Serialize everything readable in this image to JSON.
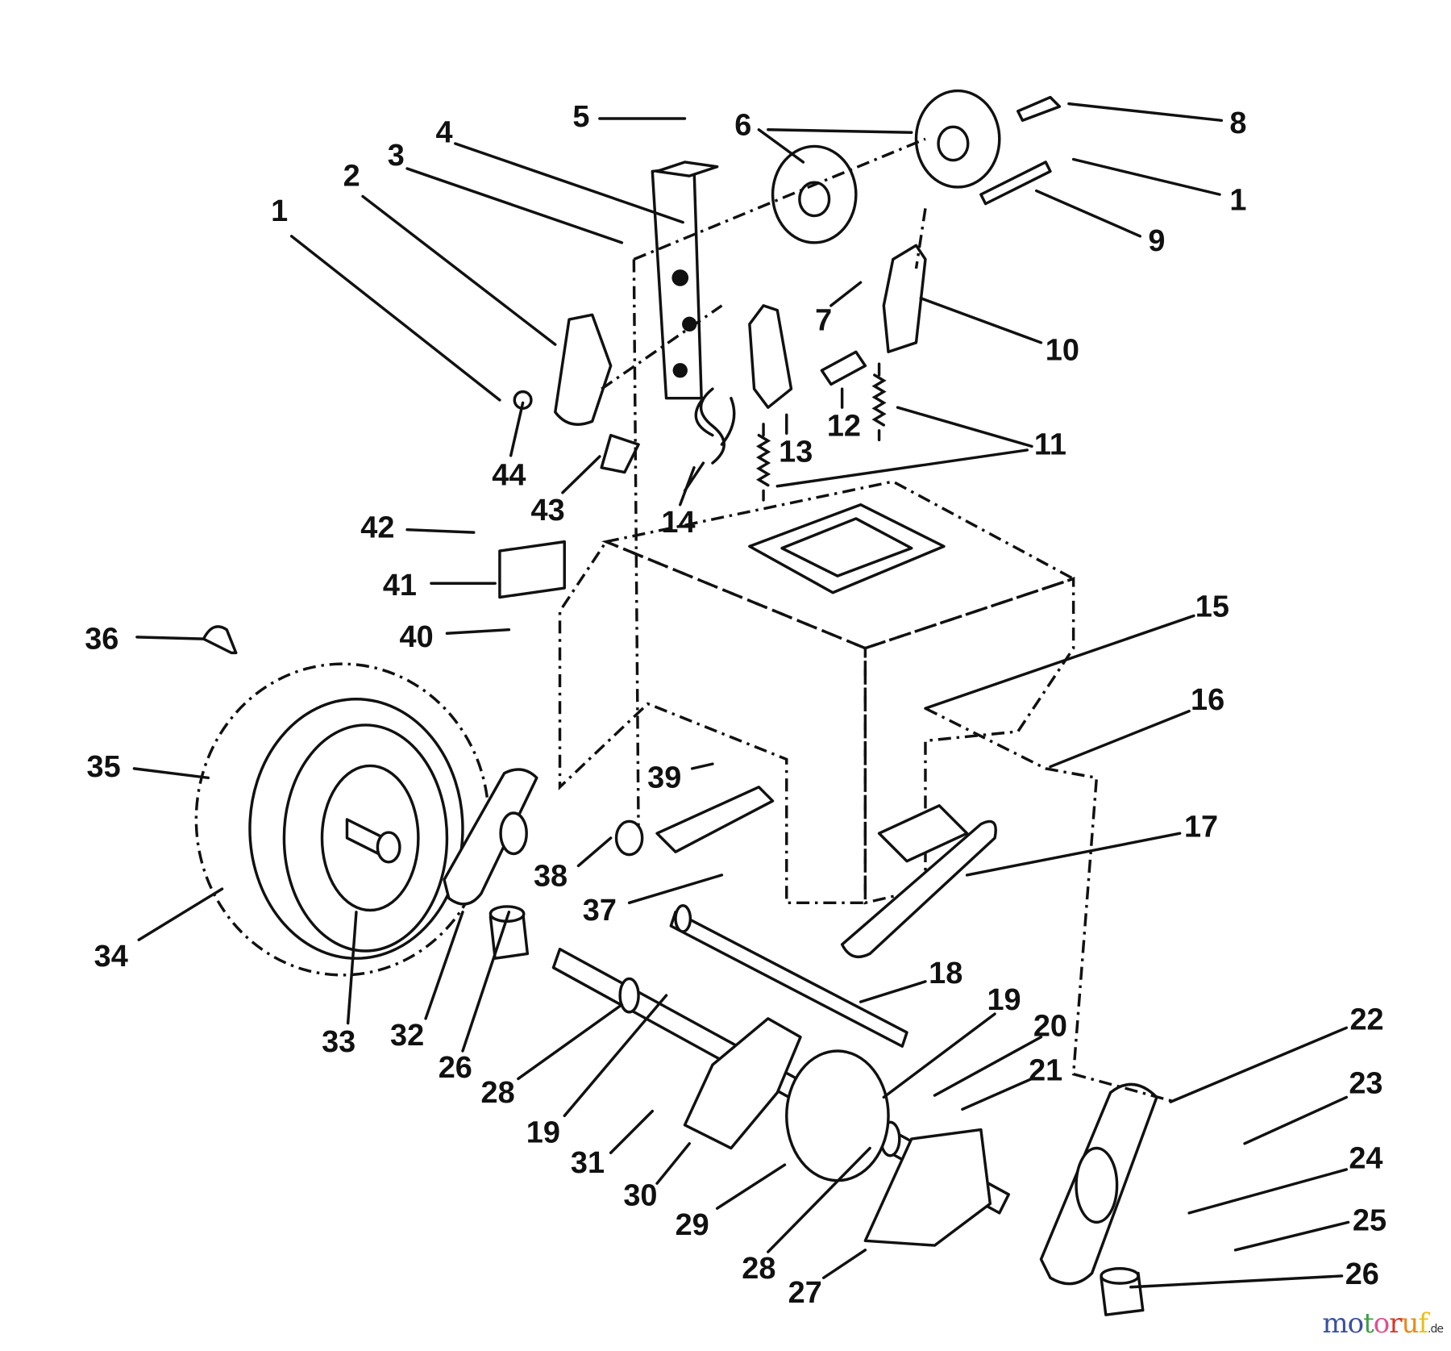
{
  "callouts": [
    "1",
    "2",
    "3",
    "4",
    "5",
    "6",
    "8",
    "1",
    "9",
    "10",
    "7",
    "12",
    "11",
    "13",
    "14",
    "44",
    "43",
    "42",
    "41",
    "40",
    "36",
    "15",
    "16",
    "17",
    "35",
    "39",
    "38",
    "37",
    "34",
    "33",
    "32",
    "26",
    "18",
    "28",
    "19",
    "19",
    "20",
    "21",
    "22",
    "23",
    "24",
    "25",
    "26",
    "31",
    "30",
    "29",
    "28",
    "27"
  ],
  "watermark": {
    "letters": [
      "m",
      "o",
      "t",
      "o",
      "r",
      "u",
      "f"
    ],
    "suffix": ".de",
    "colors": [
      "#3a4fa0",
      "#3a4fa0",
      "#3fa04a",
      "#e0508f",
      "#d23a2a",
      "#e88a1a",
      "#e8c01a"
    ]
  }
}
